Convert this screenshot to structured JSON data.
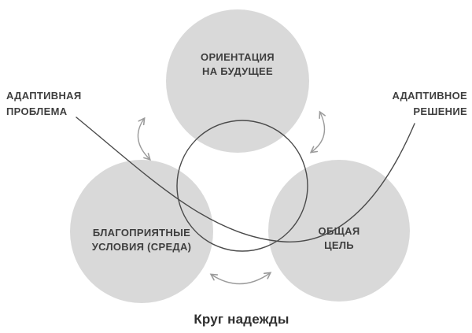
{
  "title": "Круг надежды",
  "circles": {
    "top": {
      "label": "ОРИЕНТАЦИЯ\nНА БУДУЩЕЕ"
    },
    "left": {
      "label": "БЛАГОПРИЯТНЫЕ\nУСЛОВИЯ (СРЕДА)"
    },
    "right": {
      "label": "ОБЩАЯ\nЦЕЛЬ"
    }
  },
  "labels": {
    "problem": "АДАПТИВНАЯ\nПРОБЛЕМА",
    "solution": "АДАПТИВНОЕ\nРЕШЕНИЕ"
  },
  "colors": {
    "circle_fill": "#d9d9d9",
    "center_ring_stroke": "#4a4a4a",
    "flow_curve": "#4a4a4a",
    "arrow": "#9b9b9b",
    "text": "#3e3e3e"
  }
}
